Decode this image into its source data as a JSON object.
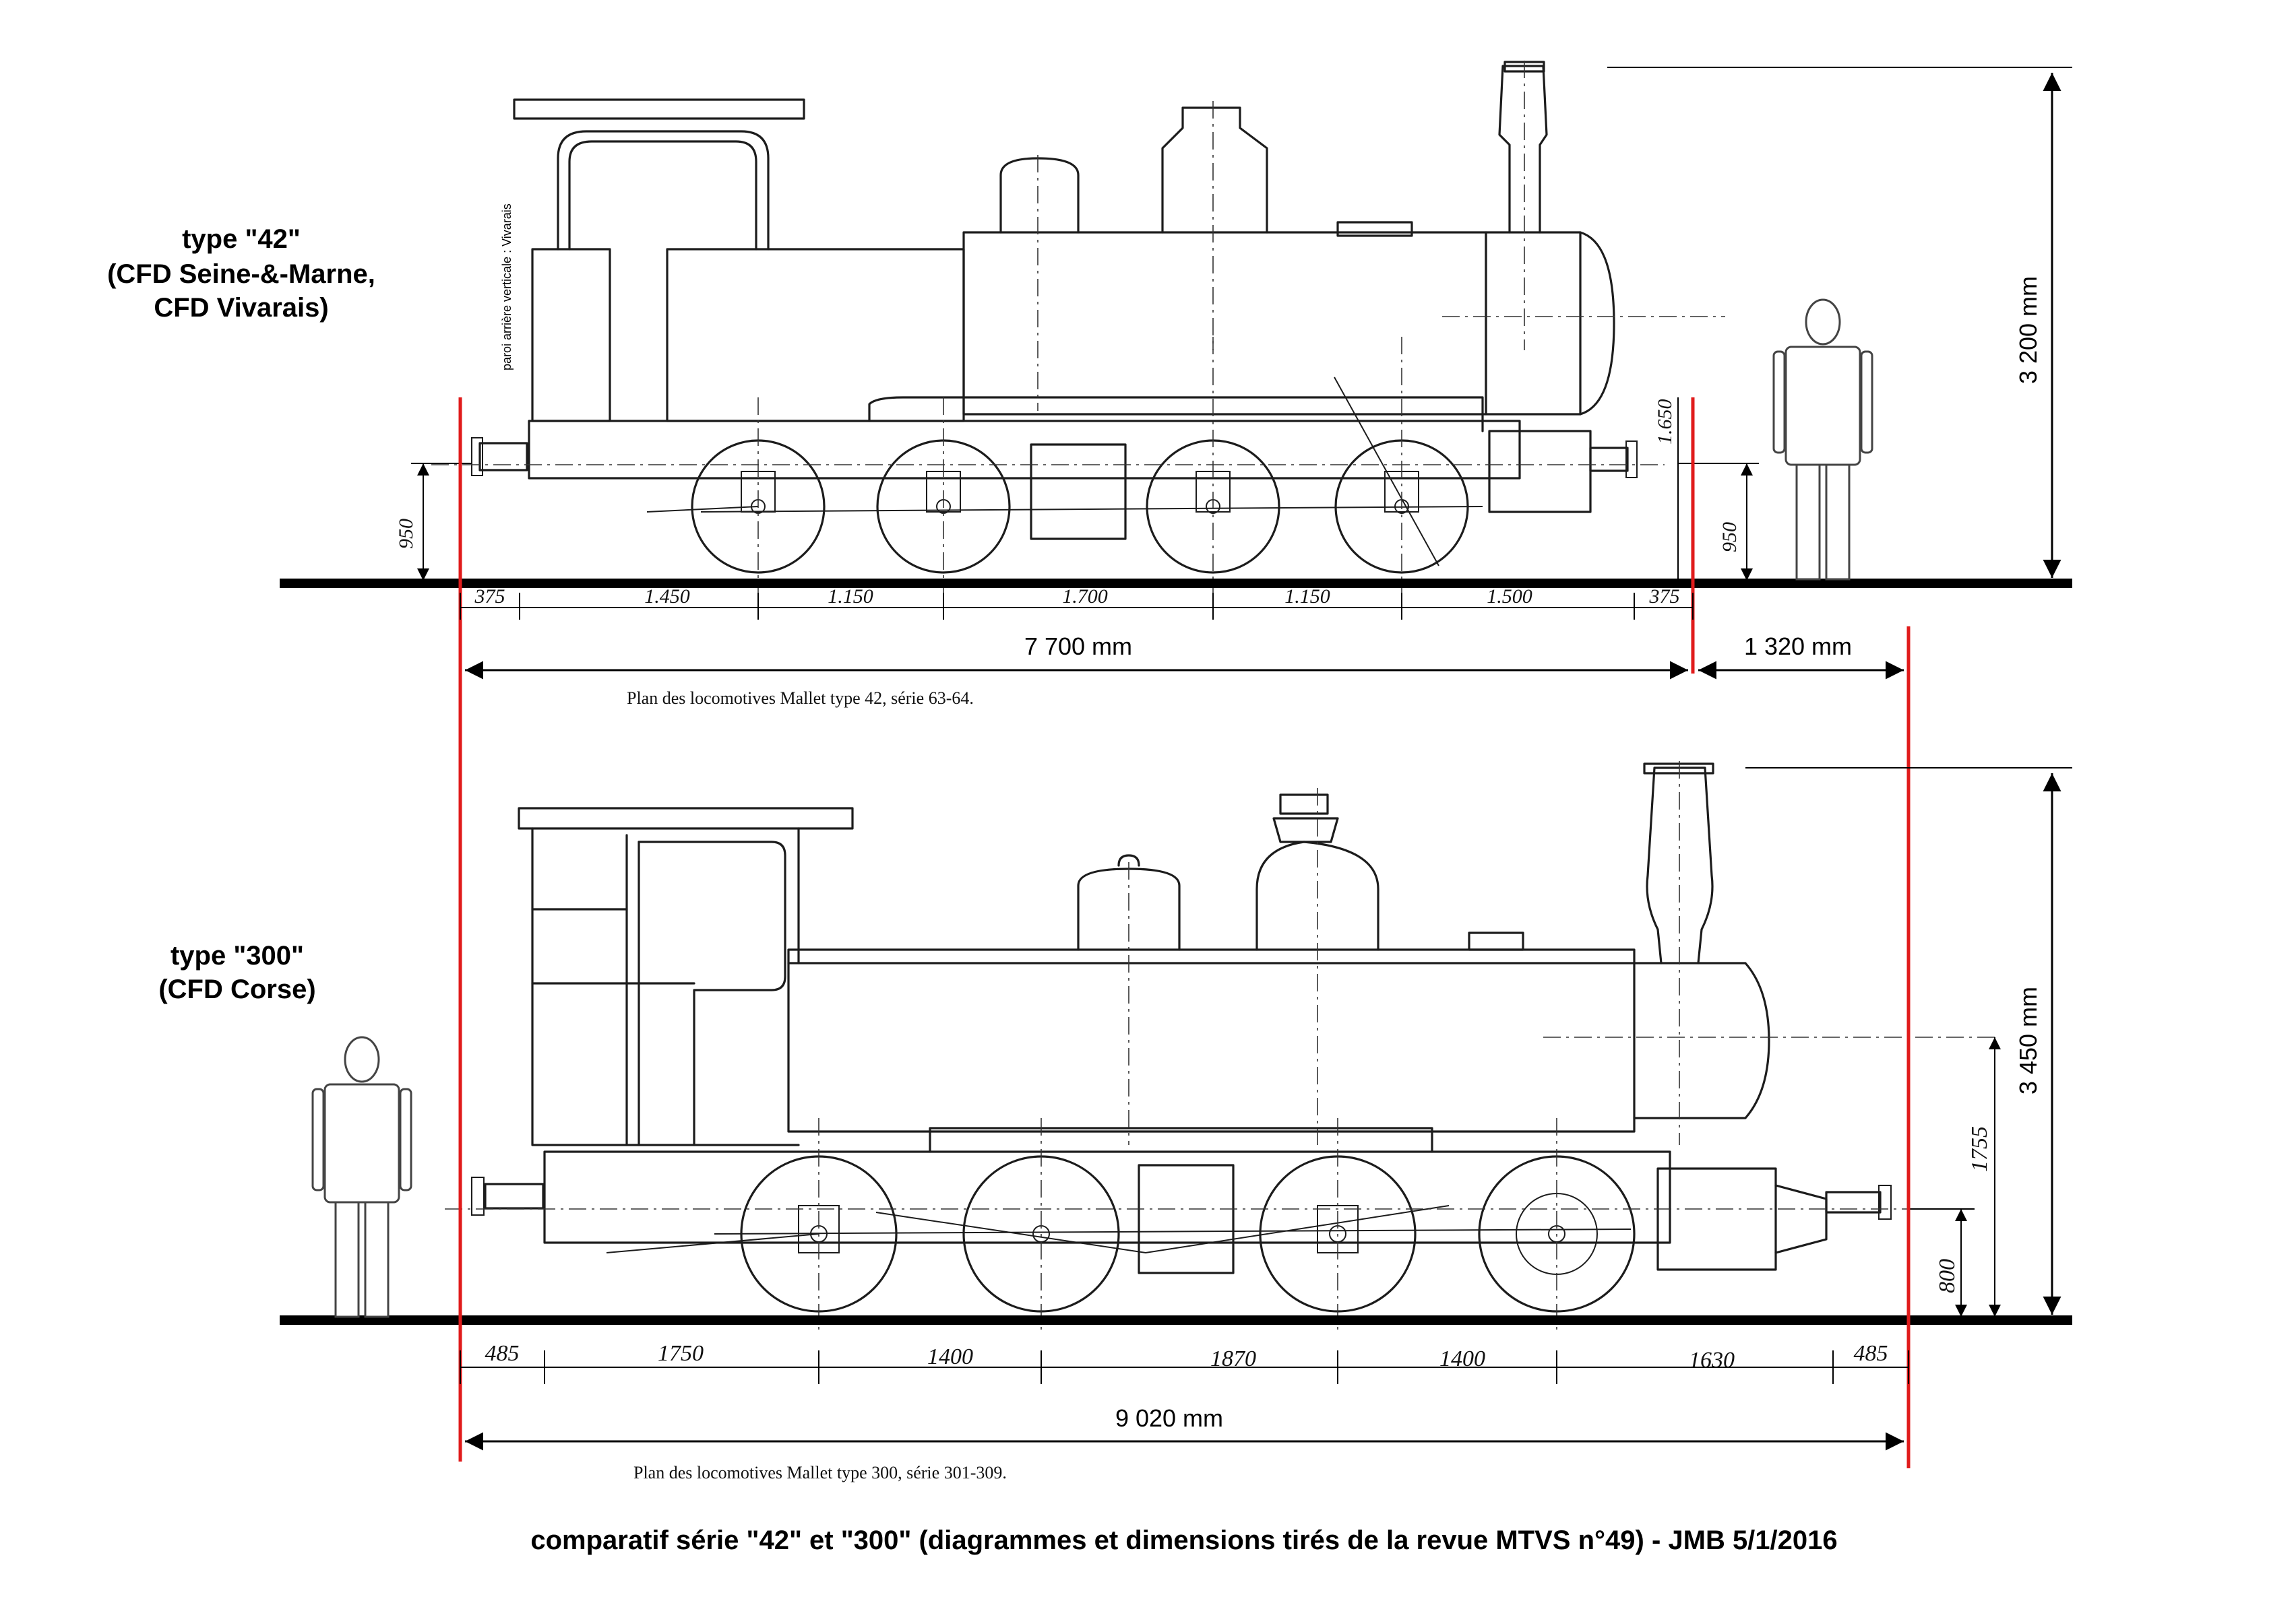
{
  "type42": {
    "title": "type \"42\"",
    "line2": "(CFD Seine-&-Marne,",
    "line3": "CFD Vivarais)",
    "vertical_note": "paroi arrière verticale : Vivarais",
    "segments": [
      "375",
      "1.450",
      "1.150",
      "1.700",
      "1.150",
      "1.500",
      "375"
    ],
    "buffer_height_left": "950",
    "buffer_height_right": "950",
    "axis_height": "1.650",
    "total_length": "7 700 mm",
    "extra_length": "1 320 mm",
    "height": "3 200 mm",
    "caption": "Plan des locomotives Mallet type 42, série 63-64."
  },
  "type300": {
    "title": "type \"300\"",
    "line2": "(CFD Corse)",
    "segments": [
      "485",
      "1750",
      "1400",
      "1870",
      "1400",
      "1630",
      "485"
    ],
    "buffer_height": "800",
    "axis_height": "1755",
    "total_length": "9 020 mm",
    "height": "3 450 mm",
    "caption": "Plan des locomotives Mallet type 300, série 301-309."
  },
  "footer": "comparatif série \"42\" et \"300\" (diagrammes et dimensions tirés de la revue MTVS n°49) - JMB 5/1/2016",
  "colors": {
    "reference_line": "#e01b1b",
    "ink": "#000000"
  }
}
